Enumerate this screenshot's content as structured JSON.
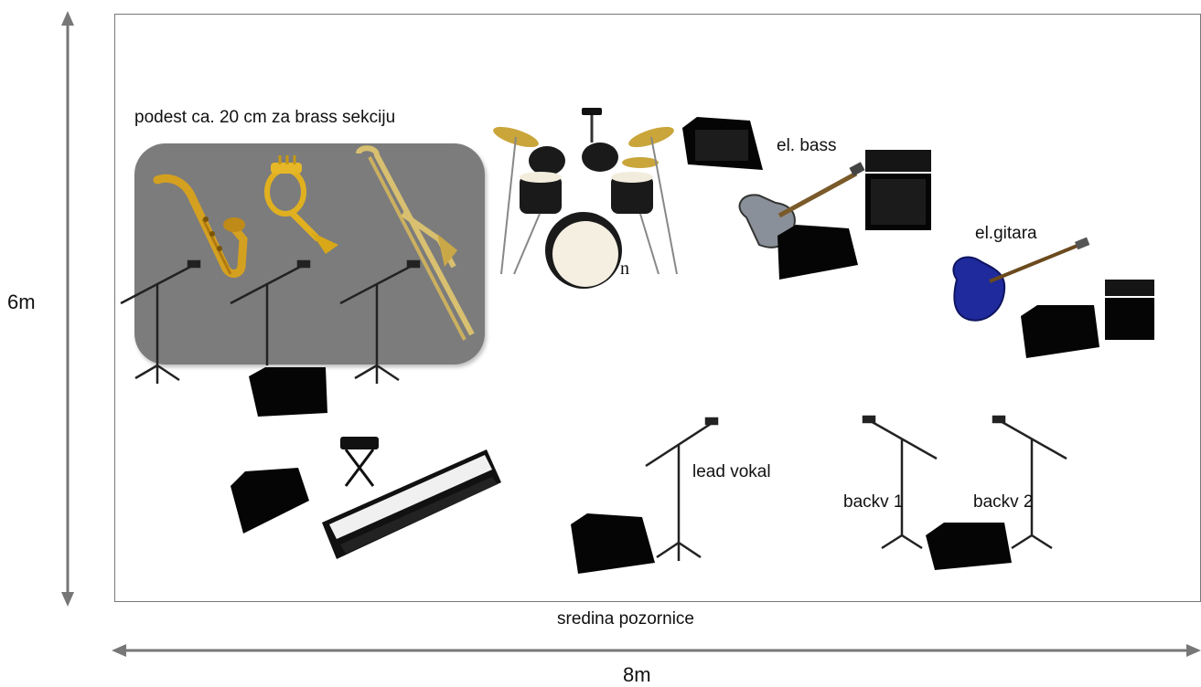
{
  "dimensions": {
    "height": "6m",
    "width": "8m"
  },
  "labels": {
    "podium": "podest ca. 20 cm za brass  sekciju",
    "bass": "el. bass",
    "guitar": "el.gitara",
    "lead_vocal": "lead vokal",
    "backing_vocal_1": "backv 1",
    "backing_vocal_2": "backv 2",
    "stage_center": "sredina pozornice",
    "drum_kit_fragment": "n"
  },
  "colors": {
    "podium": "#7c7c7c",
    "saxophone": "#d4a020",
    "trumpet": "#e0b020",
    "trombone": "#d8c070",
    "bass_body": "#8a9099",
    "guitar_body": "#1f2a9c",
    "monitor": "#050505",
    "arrow": "#777777"
  }
}
